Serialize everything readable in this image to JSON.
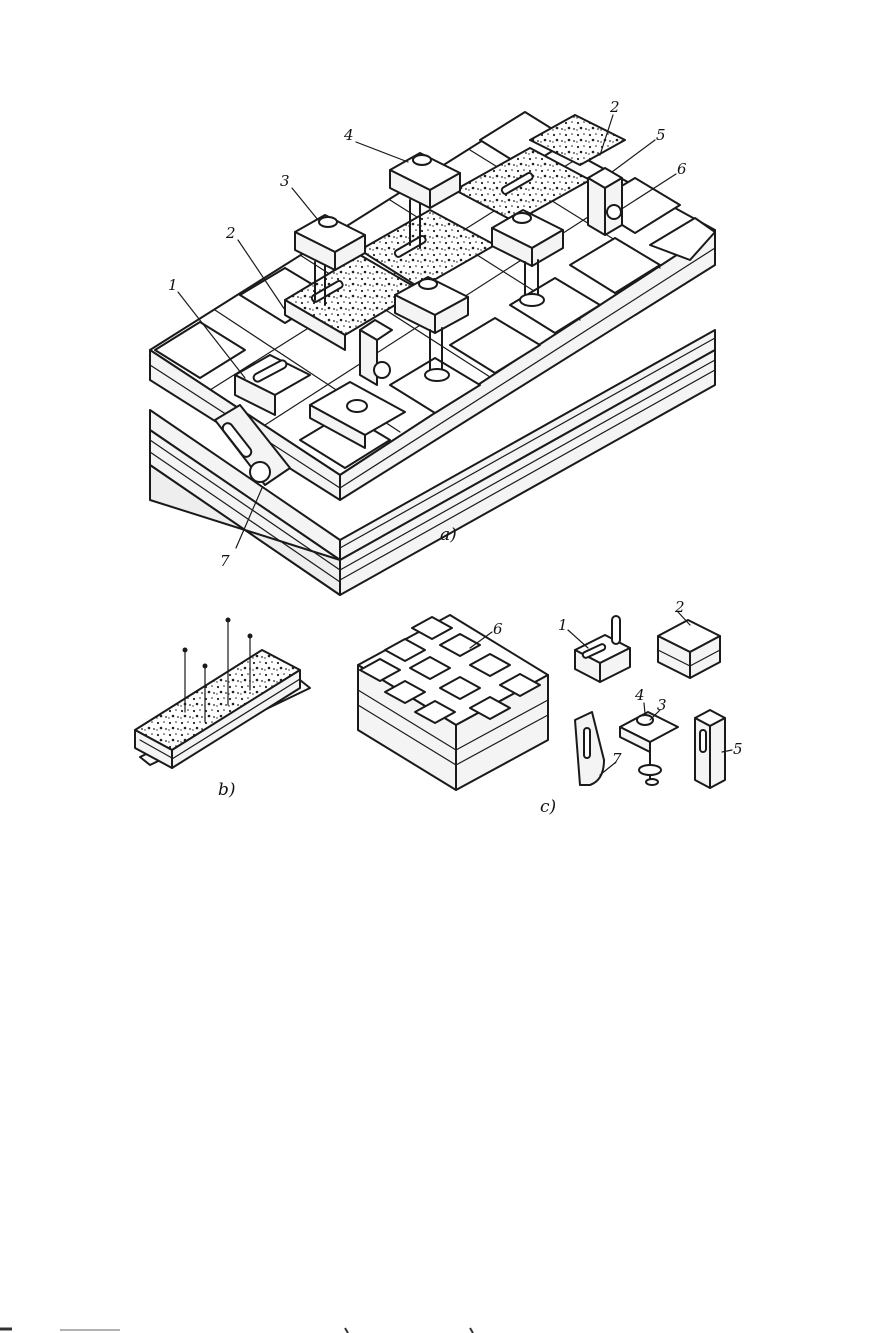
{
  "figure": {
    "subfigures": [
      {
        "id": "a",
        "caption": "a)"
      },
      {
        "id": "b",
        "caption": "b)"
      },
      {
        "id": "c",
        "caption": "c)"
      }
    ],
    "labels_a": [
      "1",
      "2",
      "3",
      "4",
      "2",
      "5",
      "6",
      "7"
    ],
    "labels_c": [
      "6",
      "1",
      "2",
      "4",
      "3",
      "7",
      "5"
    ]
  },
  "colors": {
    "ink": "#1a1a1a",
    "paper": "#ffffff"
  }
}
